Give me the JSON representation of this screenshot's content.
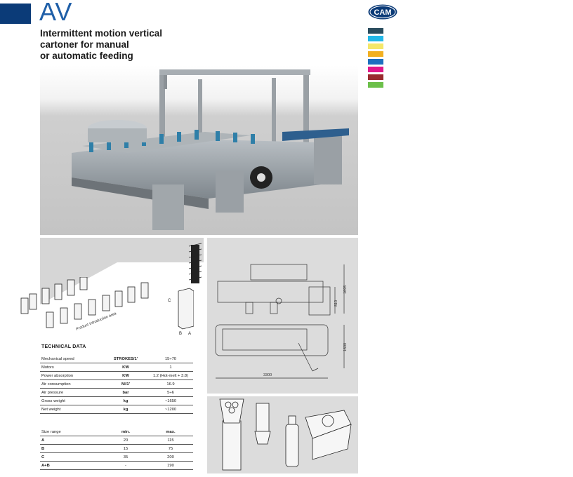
{
  "header": {
    "title": "AV",
    "subtitle": "Intermittent motion vertical\ncartoner for manual\nor automatic feeding",
    "logo_text": "CAM"
  },
  "colors": {
    "brand_blue": "#0b3b78",
    "swatches": [
      "#2a4d5e",
      "#22b8e8",
      "#f4e76a",
      "#f2b021",
      "#1d6fc0",
      "#e0188a",
      "#9a2a2e",
      "#6cc04a"
    ]
  },
  "diagram": {
    "flow_label": "Product introduction area",
    "dim_labels": {
      "c": "C",
      "b": "B",
      "a": "A"
    }
  },
  "drawing": {
    "dims": {
      "d1695": "1695",
      "d810": "810",
      "d1600": "1600",
      "d3300": "3300"
    }
  },
  "tech": {
    "title": "TECHNICAL DATA",
    "rows": [
      {
        "label": "Mechanical speed",
        "unit": "STROKES/1'",
        "value": "15÷70"
      },
      {
        "label": "Motors",
        "unit": "KW",
        "value": "1"
      },
      {
        "label": "Power absorption",
        "unit": "KW",
        "value": "1.2 (Hot-melt + 3.8)"
      },
      {
        "label": "Air consumption",
        "unit": "Nl/1'",
        "value": "16.9"
      },
      {
        "label": "Air pressure",
        "unit": "bar",
        "value": "5÷6"
      },
      {
        "label": "Gross weight",
        "unit": "kg",
        "value": "~1650"
      },
      {
        "label": "Net weight",
        "unit": "kg",
        "value": "~1200"
      }
    ]
  },
  "size": {
    "header": {
      "label": "Size range",
      "min": "min.",
      "max": "max."
    },
    "rows": [
      {
        "label": "A",
        "min": "20",
        "max": "115"
      },
      {
        "label": "B",
        "min": "15",
        "max": "75"
      },
      {
        "label": "C",
        "min": "35",
        "max": "200"
      },
      {
        "label": "A+B",
        "min": "-",
        "max": "190"
      }
    ]
  }
}
